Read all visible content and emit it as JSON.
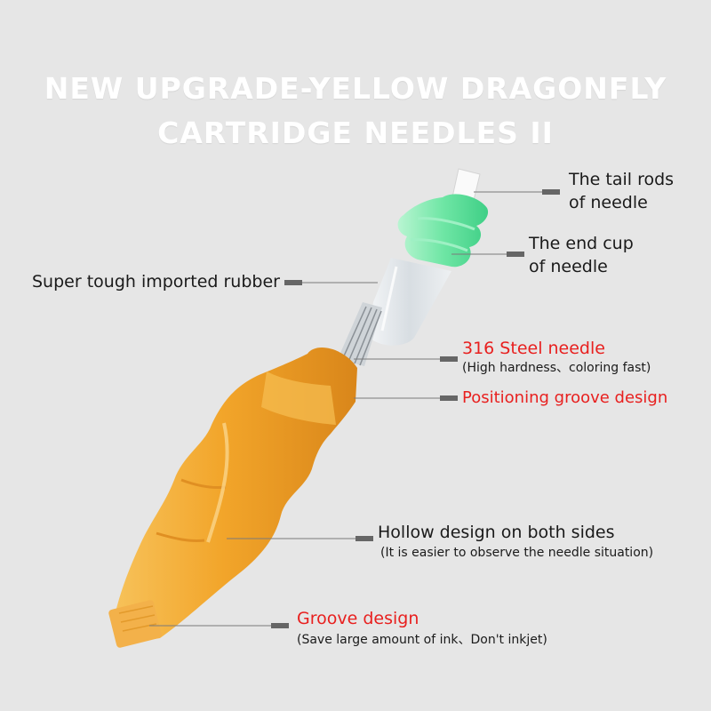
{
  "title": {
    "line1": "NEW UPGRADE-YELLOW DRAGONFLY",
    "line2": "CARTRIDGE NEEDLES II"
  },
  "labels": {
    "tail_rods": {
      "line1": "The tail rods",
      "line2": "of needle"
    },
    "end_cup": {
      "line1": "The end cup",
      "line2": "of needle"
    },
    "rubber": "Super tough imported rubber",
    "steel_needle": {
      "title": "316 Steel needle",
      "note": "(High hardness、coloring fast)"
    },
    "positioning_groove": "Positioning groove design",
    "hollow_design": {
      "title": "Hollow design on both sides",
      "note": "(It is easier to observe the needle situation)"
    },
    "groove_design": {
      "title": "Groove design",
      "note": "(Save large amount of ink、Don't inkjet)"
    }
  },
  "colors": {
    "background": "#e6e6e6",
    "accent_red": "#e8201f",
    "cartridge_orange": "#f2a52a",
    "end_cup_green": "#6fe6a5",
    "marker_gray": "#666666"
  }
}
